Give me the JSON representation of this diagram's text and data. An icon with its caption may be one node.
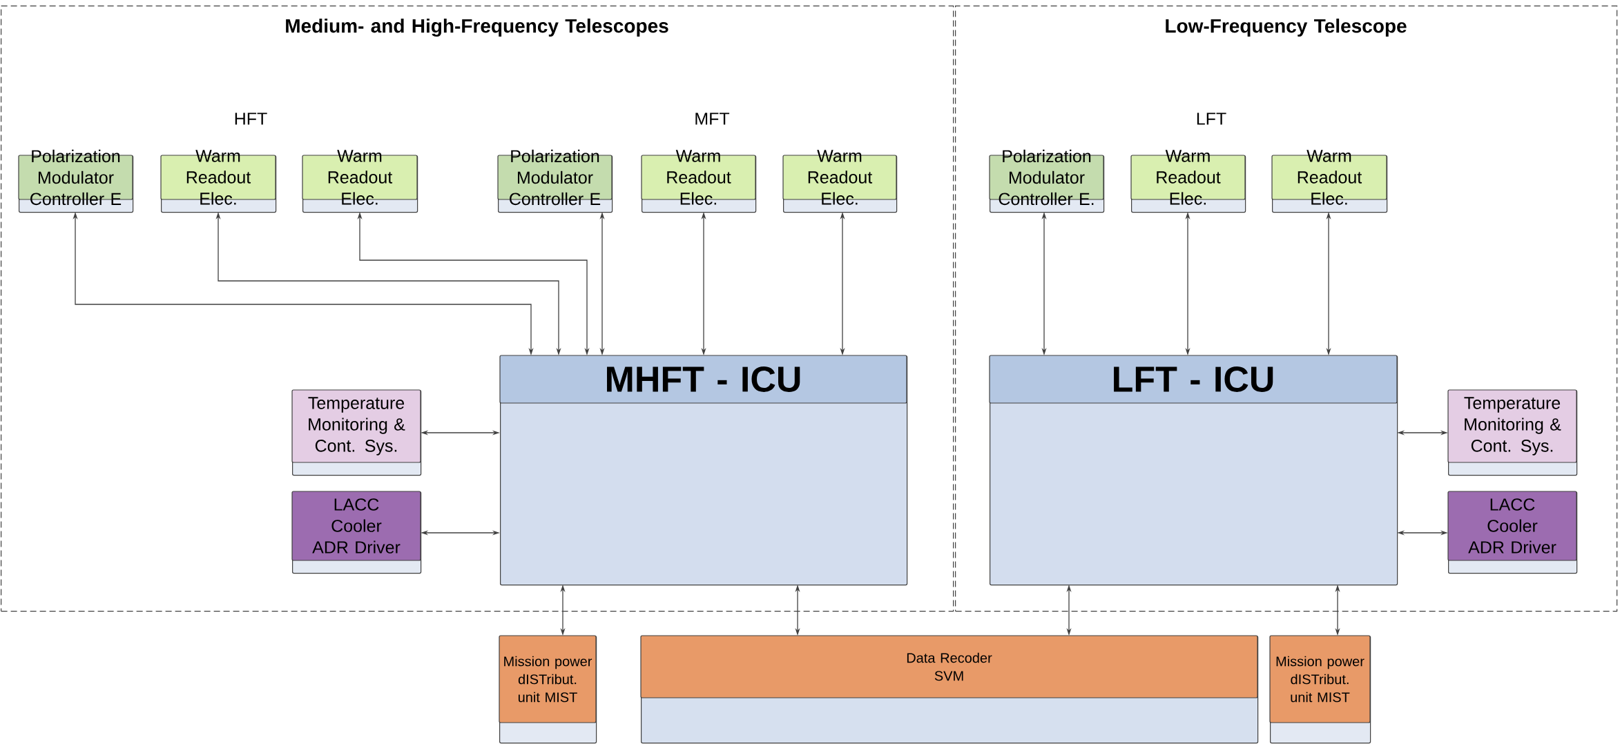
{
  "diagram": {
    "nodes": [
      {
        "text": [
          "Medium- and High-Frequency Telescopes"
        ]
      },
      {
        "text": [
          "Polarization Modulator Controller E"
        ],
        "in": 0
      },
      {
        "text": [
          "Warm Readout Elec."
        ],
        "in": 0
      },
      {
        "text": [
          "Warm Readout Elec."
        ],
        "in": 0
      },
      {
        "text": [
          "Polarization Modulator Controller E"
        ],
        "in": 0
      },
      {
        "text": [
          "Warm Readout Elec."
        ],
        "in": 0
      },
      {
        "text": [
          "Warm Readout Elec."
        ],
        "in": 0
      },
      {
        "text": [
          "MHFT - ICU"
        ],
        "in": 0
      },
      {
        "text": [
          "Temperature Monitoring & Cont. Sys."
        ],
        "in": 0
      },
      {
        "text": [
          "LACC Cooler ADR Driver"
        ],
        "in": 0
      },
      {
        "text": [
          "Low-Frequency Telescope"
        ]
      },
      {
        "text": [
          "Polarization Modulator Controller E."
        ],
        "in": 10
      },
      {
        "text": [
          "Warm Readout Elec."
        ],
        "in": 10
      },
      {
        "text": [
          "Warm Readout Elec."
        ],
        "in": 10
      },
      {
        "text": [
          "LFT - ICU"
        ],
        "in": 10
      },
      {
        "text": [
          "Temperature Monitoring & Cont. Sys."
        ],
        "in": 10
      },
      {
        "text": [
          "LACC Cooler ADR Driver"
        ],
        "in": 10
      },
      {
        "text": [
          "Mission power dISTribut. unit MIST"
        ]
      },
      {
        "text": [
          "Data Recoder SVM"
        ]
      },
      {
        "text": [
          "Mission power dISTribut. unit MIST"
        ]
      }
    ],
    "edges": [
      {
        "from": 1,
        "to": 7,
        "arrow": "both"
      },
      {
        "from": 2,
        "to": 7,
        "arrow": "both"
      },
      {
        "from": 3,
        "to": 7,
        "arrow": "both"
      },
      {
        "from": 4,
        "to": 7,
        "arrow": "both"
      },
      {
        "from": 5,
        "to": 7,
        "arrow": "both"
      },
      {
        "from": 6,
        "to": 7,
        "arrow": "both"
      },
      {
        "from": 8,
        "to": 7,
        "arrow": "both"
      },
      {
        "from": 9,
        "to": 7,
        "arrow": "both"
      },
      {
        "from": 11,
        "to": 14,
        "arrow": "both"
      },
      {
        "from": 12,
        "to": 14,
        "arrow": "both"
      },
      {
        "from": 13,
        "to": 14,
        "arrow": "both"
      },
      {
        "from": 15,
        "to": 14,
        "arrow": "both"
      },
      {
        "from": 16,
        "to": 14,
        "arrow": "both"
      },
      {
        "from": 17,
        "to": 7,
        "arrow": "both"
      },
      {
        "from": 18,
        "to": 7,
        "arrow": "both"
      },
      {
        "from": 18,
        "to": 14,
        "arrow": "both"
      },
      {
        "from": 19,
        "to": 14,
        "arrow": "both"
      }
    ],
    "labels": [
      "HFT",
      "MFT",
      "LFT"
    ]
  }
}
